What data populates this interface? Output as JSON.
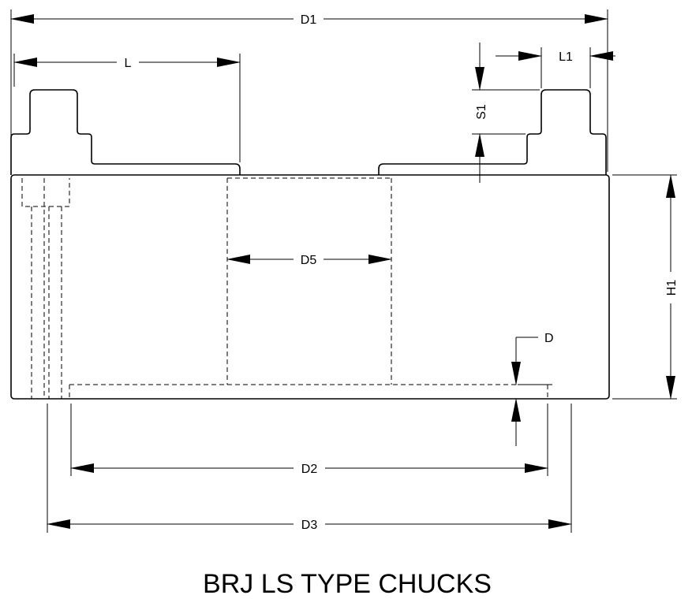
{
  "title": "BRJ LS TYPE CHUCKS",
  "dimensions": {
    "d1": "D1",
    "l": "L",
    "l1": "L1",
    "s1": "S1",
    "h1": "H1",
    "d5": "D5",
    "d": "D",
    "d2": "D2",
    "d3": "D3"
  }
}
